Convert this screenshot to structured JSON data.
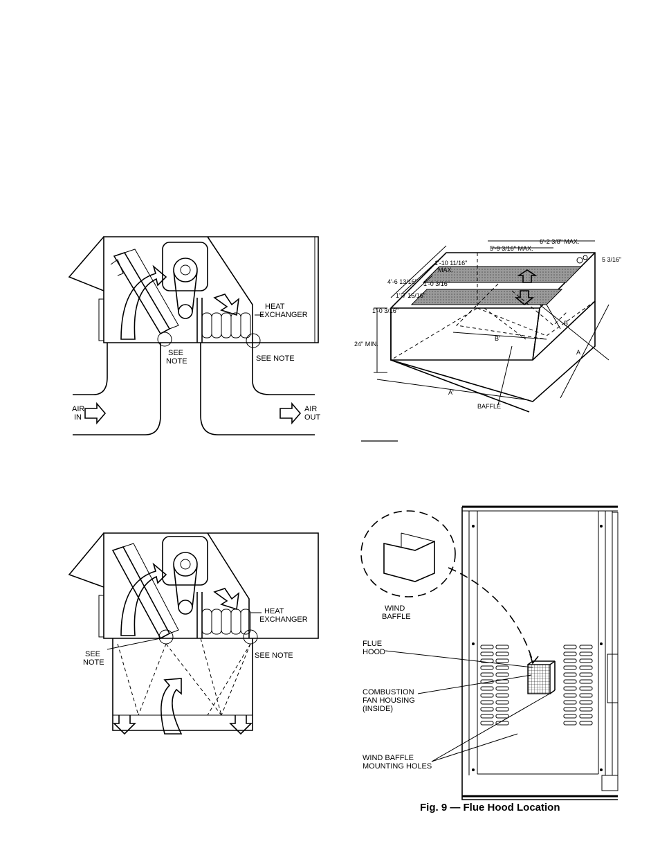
{
  "diagram1": {
    "heat_exchanger": "HEAT",
    "heat_exchanger_2": "EXCHANGER",
    "see_note_left_1": "SEE",
    "see_note_left_2": "NOTE",
    "see_note_right": "SEE NOTE",
    "air_in_1": "AIR",
    "air_in_2": "IN",
    "air_out_1": "AIR",
    "air_out_2": "OUT"
  },
  "diagram2": {
    "heat_exchanger": "HEAT",
    "heat_exchanger_2": "EXCHANGER",
    "see_note_left_1": "SEE",
    "see_note_left_2": "NOTE",
    "see_note_right": "SEE NOTE"
  },
  "curb": {
    "dim_top": "6'-2 3/8\" MAX.",
    "dim_inner": "5'-9 3/16\" MAX.",
    "dim_right": "5 3/16\"",
    "dim_a": "1'-10 11/16\"",
    "dim_a2": "MAX.",
    "dim_b": "1'-0 3/16\"",
    "dim_c": "4'-6 13/16\"",
    "dim_d": "1'-7 15/16\"",
    "dim_e": "1'-0 3/16\"",
    "min_height": "24\" MIN.",
    "label_b": "B",
    "label_b1": "B'",
    "label_a": "A",
    "label_a1": "A'",
    "baffle": "BAFFLE"
  },
  "fig9": {
    "wind_baffle_1": "WIND",
    "wind_baffle_2": "BAFFLE",
    "flue_hood_1": "FLUE",
    "flue_hood_2": "HOOD",
    "combustion_1": "COMBUSTION",
    "combustion_2": "FAN HOUSING",
    "combustion_3": "(INSIDE)",
    "mounting_1": "WIND BAFFLE",
    "mounting_2": "MOUNTING HOLES",
    "caption": "Fig. 9 — Flue Hood Location"
  }
}
